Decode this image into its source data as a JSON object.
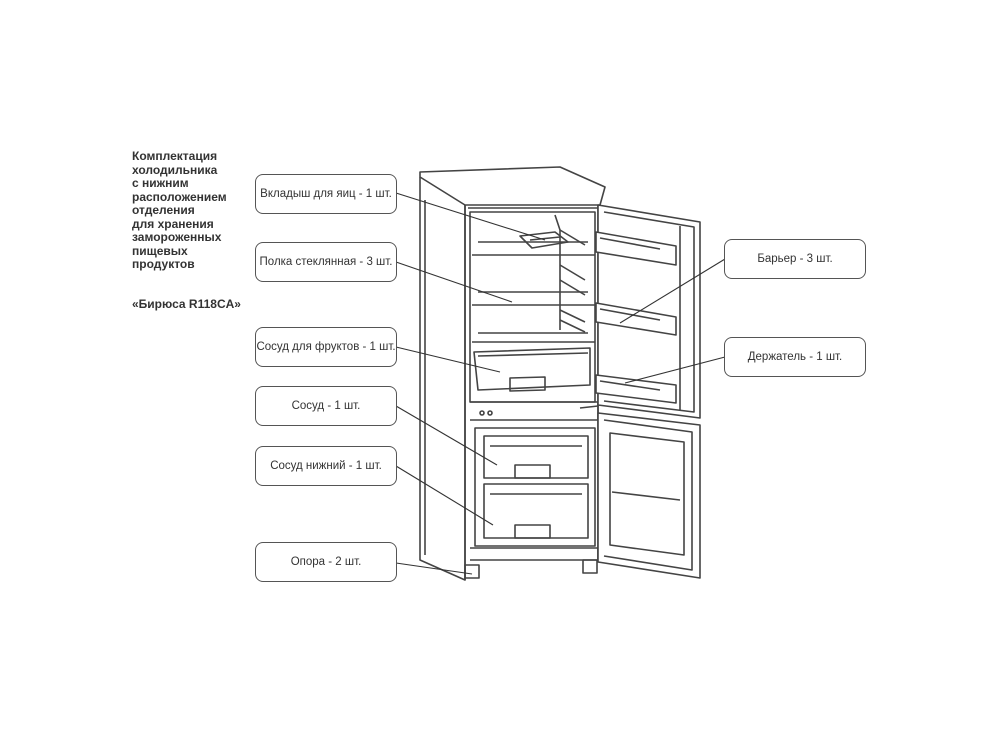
{
  "title_lines": [
    "Комплектация",
    "холодильника",
    "с нижним",
    "расположением",
    "отделения",
    "для хранения",
    "замороженных",
    "пищевых",
    "продуктов"
  ],
  "model": "«Бирюса R118CA»",
  "callouts": {
    "egg_tray": "Вкладыш для яиц - 1 шт.",
    "glass_shelf": "Полка стеклянная - 3 шт.",
    "fruit_container": "Сосуд для фруктов - 1 шт.",
    "container": "Сосуд - 1 шт.",
    "bottom_container": "Сосуд нижний - 1 шт.",
    "support": "Опора - 2 шт.",
    "barrier": "Барьер - 3 шт.",
    "holder": "Держатель - 1 шт."
  },
  "colors": {
    "line": "#444444",
    "box_border": "#555555"
  }
}
